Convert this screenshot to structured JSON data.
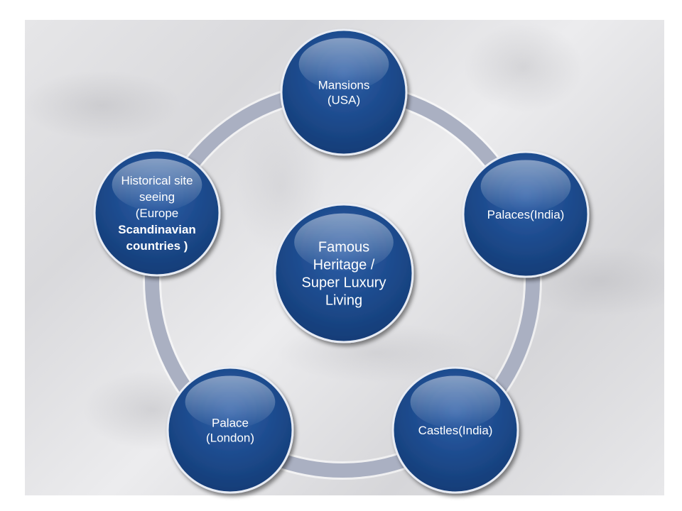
{
  "diagram": {
    "center": {
      "lines": [
        "Famous",
        "Heritage /",
        "Super Luxury",
        "Living"
      ]
    },
    "nodes": [
      {
        "id": "mansions-usa",
        "lines": [
          {
            "t": "Mansions",
            "b": false
          },
          {
            "t": "(USA)",
            "b": false
          }
        ]
      },
      {
        "id": "palaces-india",
        "lines": [
          {
            "t": "Palaces(India)",
            "b": false
          }
        ]
      },
      {
        "id": "castles-india",
        "lines": [
          {
            "t": "Castles(India)",
            "b": false
          }
        ]
      },
      {
        "id": "palace-london",
        "lines": [
          {
            "t": "Palace",
            "b": false
          },
          {
            "t": "(London)",
            "b": false
          }
        ]
      },
      {
        "id": "historical-site-seeing",
        "lines": [
          {
            "t": "Historical site",
            "b": false
          },
          {
            "t": "seeing",
            "b": false
          },
          {
            "t": "(Europe",
            "b": false
          },
          {
            "t": "Scandinavian",
            "b": true
          },
          {
            "t": "countries )",
            "b": true
          }
        ]
      }
    ]
  }
}
